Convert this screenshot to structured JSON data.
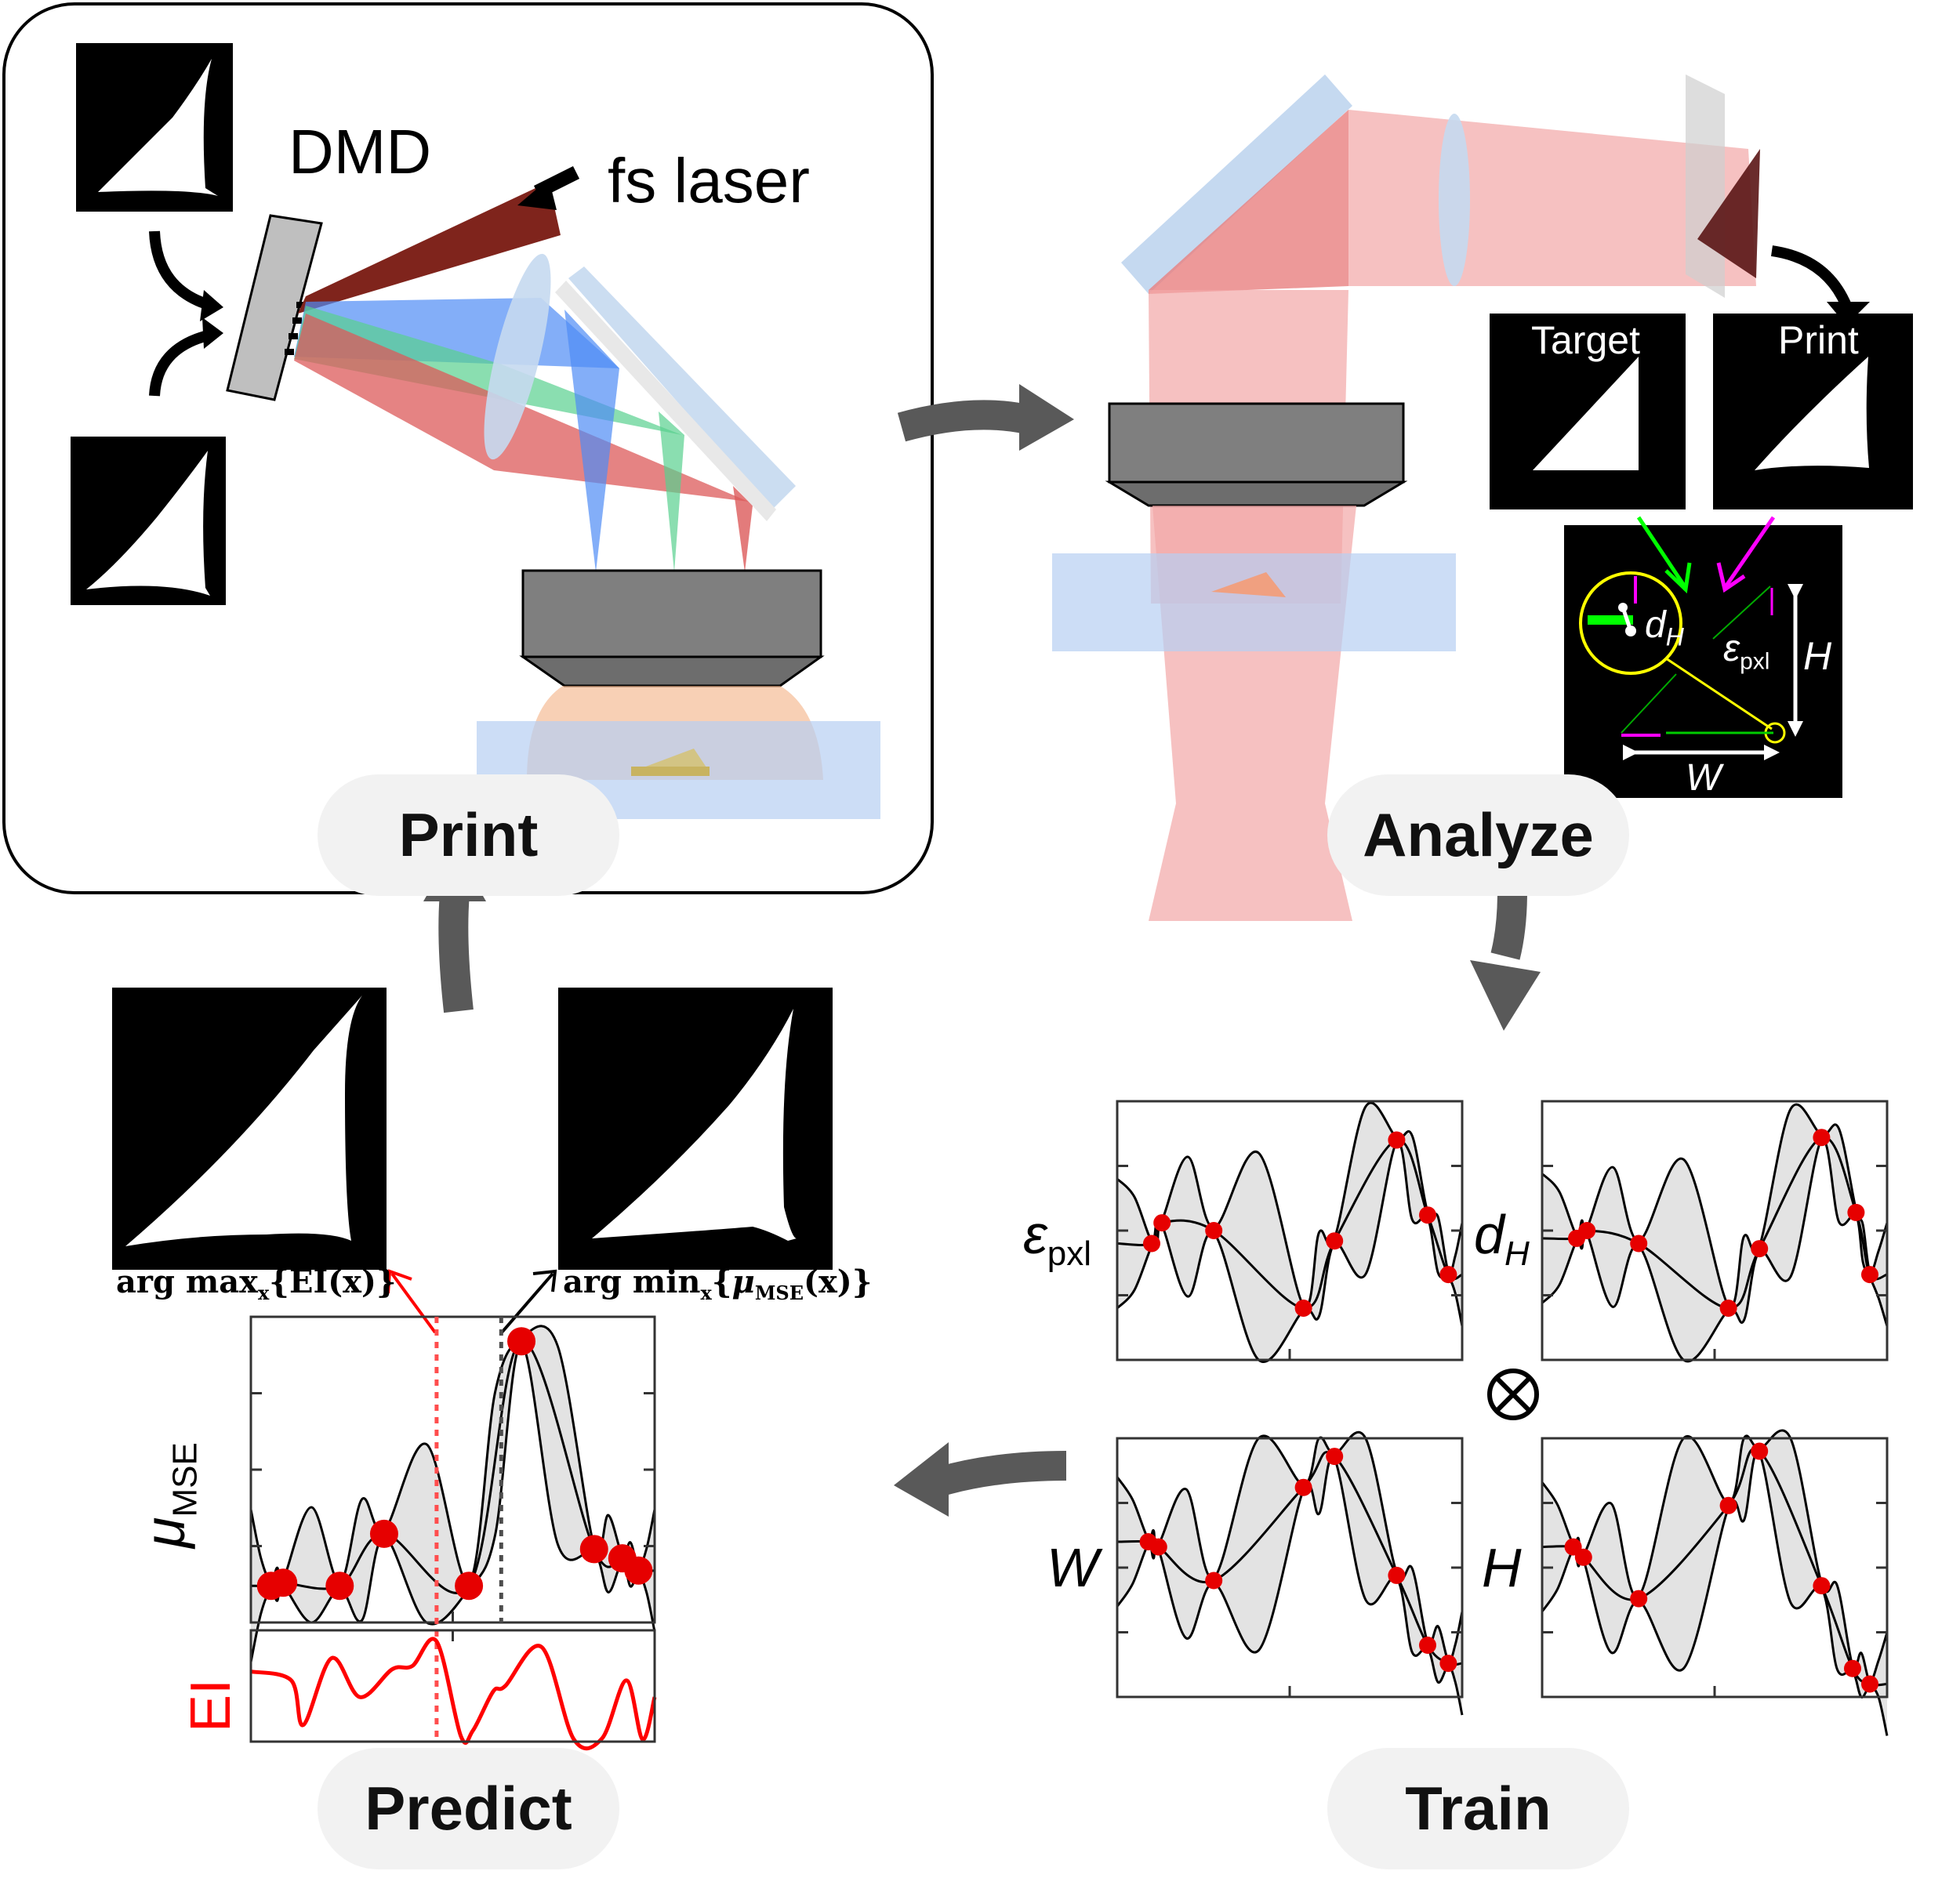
{
  "figure": {
    "stages": [
      {
        "id": "print",
        "label": "Print"
      },
      {
        "id": "analyze",
        "label": "Analyze"
      },
      {
        "id": "train",
        "label": "Train"
      },
      {
        "id": "predict",
        "label": "Predict"
      }
    ],
    "flow": [
      "Print",
      "Analyze",
      "Train",
      "Predict",
      "Print"
    ]
  },
  "print_panel": {
    "dmd_label": "DMD",
    "laser_label": "fs laser",
    "beam_colors": {
      "laser": "#7f241c",
      "blue": "#4f8cf5",
      "green": "#58d08e",
      "red": "#dc5a5a"
    }
  },
  "analyze_panel": {
    "target_label": "Target",
    "print_label": "Print",
    "metrics": {
      "d_h": "d",
      "d_h_sub": "H",
      "eps": "ε",
      "eps_sub": "pxl",
      "height": "H",
      "width": "W"
    },
    "colors": {
      "target_arrow": "#00ff00",
      "print_arrow": "#ff00ff",
      "circle": "#ffff00"
    }
  },
  "train_panel": {
    "operator": "⊗",
    "plots": [
      {
        "label": "ε",
        "sub": "pxl"
      },
      {
        "label": "d",
        "sub": "H"
      },
      {
        "label": "W",
        "sub": ""
      },
      {
        "label": "H",
        "sub": ""
      }
    ]
  },
  "predict_panel": {
    "left_caption": {
      "pre": "arg max",
      "sub": "x",
      "post": "{EI(x)}"
    },
    "right_caption": {
      "pre": "arg min",
      "sub": "x",
      "post_open": "{",
      "mu": "μ",
      "mu_sub": "MSE",
      "post_close": "(x)}"
    },
    "ylabel_top": {
      "mu": "μ",
      "sub": "MSE"
    },
    "ylabel_bottom": "EI"
  },
  "chart_data": [
    {
      "type": "line",
      "title": "GP surrogate μ_MSE with uncertainty band",
      "xlabel": "",
      "ylabel": "μ_MSE",
      "x": [
        0.05,
        0.08,
        0.22,
        0.33,
        0.54,
        0.67,
        0.85,
        0.92,
        0.96
      ],
      "observations": [
        0.12,
        0.13,
        0.12,
        0.29,
        0.12,
        0.92,
        0.24,
        0.21,
        0.17
      ],
      "markers": {
        "max_EI_x": 0.46,
        "min_mu_x": 0.62
      },
      "grid": false
    },
    {
      "type": "line",
      "title": "Expected Improvement",
      "ylabel": "EI",
      "series": [
        {
          "name": "EI",
          "color": "#ff0000"
        }
      ],
      "x": [
        0,
        0.1,
        0.13,
        0.2,
        0.27,
        0.35,
        0.4,
        0.46,
        0.52,
        0.55,
        0.6,
        0.63,
        0.72,
        0.8,
        0.87,
        0.93,
        0.97,
        1.0
      ],
      "values": [
        0.63,
        0.55,
        0.15,
        0.75,
        0.4,
        0.65,
        0.68,
        0.9,
        0.05,
        0.1,
        0.45,
        0.5,
        0.85,
        0.02,
        0.03,
        0.55,
        0.02,
        0.4
      ],
      "ylim": [
        0,
        1
      ]
    },
    {
      "type": "line",
      "title": "ε_pxl",
      "x": [
        0.1,
        0.13,
        0.28,
        0.54,
        0.63,
        0.81,
        0.9,
        0.96
      ],
      "observations": [
        0.45,
        0.53,
        0.5,
        0.2,
        0.46,
        0.85,
        0.56,
        0.33
      ]
    },
    {
      "type": "line",
      "title": "d_H",
      "x": [
        0.1,
        0.13,
        0.28,
        0.54,
        0.63,
        0.81,
        0.91,
        0.95
      ],
      "observations": [
        0.47,
        0.5,
        0.45,
        0.2,
        0.43,
        0.86,
        0.57,
        0.33
      ]
    },
    {
      "type": "line",
      "title": "W",
      "x": [
        0.09,
        0.12,
        0.28,
        0.54,
        0.63,
        0.81,
        0.9,
        0.96
      ],
      "observations": [
        0.6,
        0.58,
        0.45,
        0.81,
        0.93,
        0.47,
        0.2,
        0.13
      ]
    },
    {
      "type": "line",
      "title": "H",
      "x": [
        0.09,
        0.12,
        0.28,
        0.54,
        0.63,
        0.81,
        0.9,
        0.95
      ],
      "observations": [
        0.58,
        0.54,
        0.38,
        0.74,
        0.95,
        0.43,
        0.11,
        0.05
      ]
    }
  ]
}
